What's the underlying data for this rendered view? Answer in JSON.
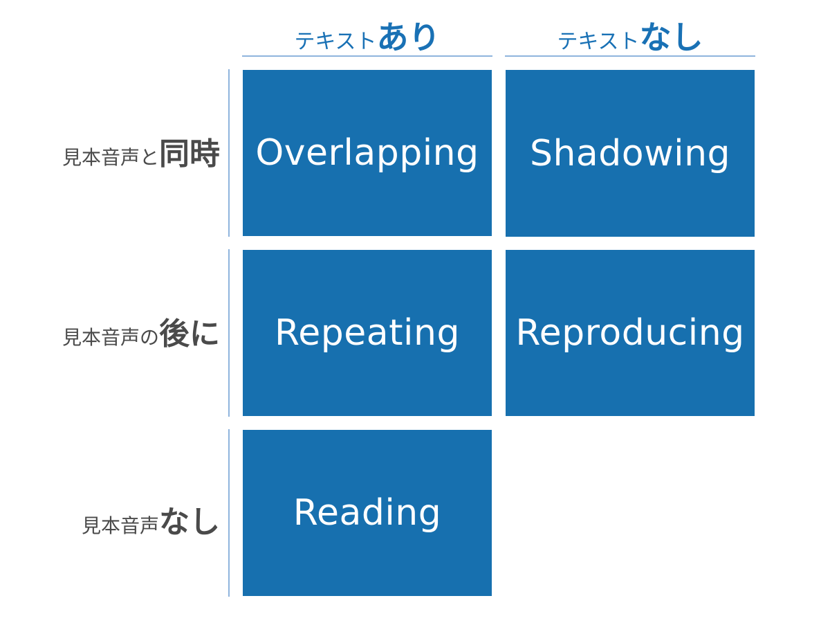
{
  "columns": [
    {
      "light": "テキスト",
      "bold": "あり"
    },
    {
      "light": "テキスト",
      "bold": "なし"
    }
  ],
  "rows": [
    {
      "light": "見本音声と",
      "bold": "同時"
    },
    {
      "light": "見本音声の",
      "bold": "後に"
    },
    {
      "light": "見本音声",
      "bold": "なし"
    }
  ],
  "cells": {
    "overlapping": "Overlapping",
    "shadowing": "Shadowing",
    "repeating": "Repeating",
    "reproducing": "Reproducing",
    "reading": "Reading"
  },
  "colors": {
    "cell_fill": "#1770af",
    "header_text": "#1971b5",
    "row_text": "#4a4a4a",
    "rule": "#8fb4dd"
  }
}
